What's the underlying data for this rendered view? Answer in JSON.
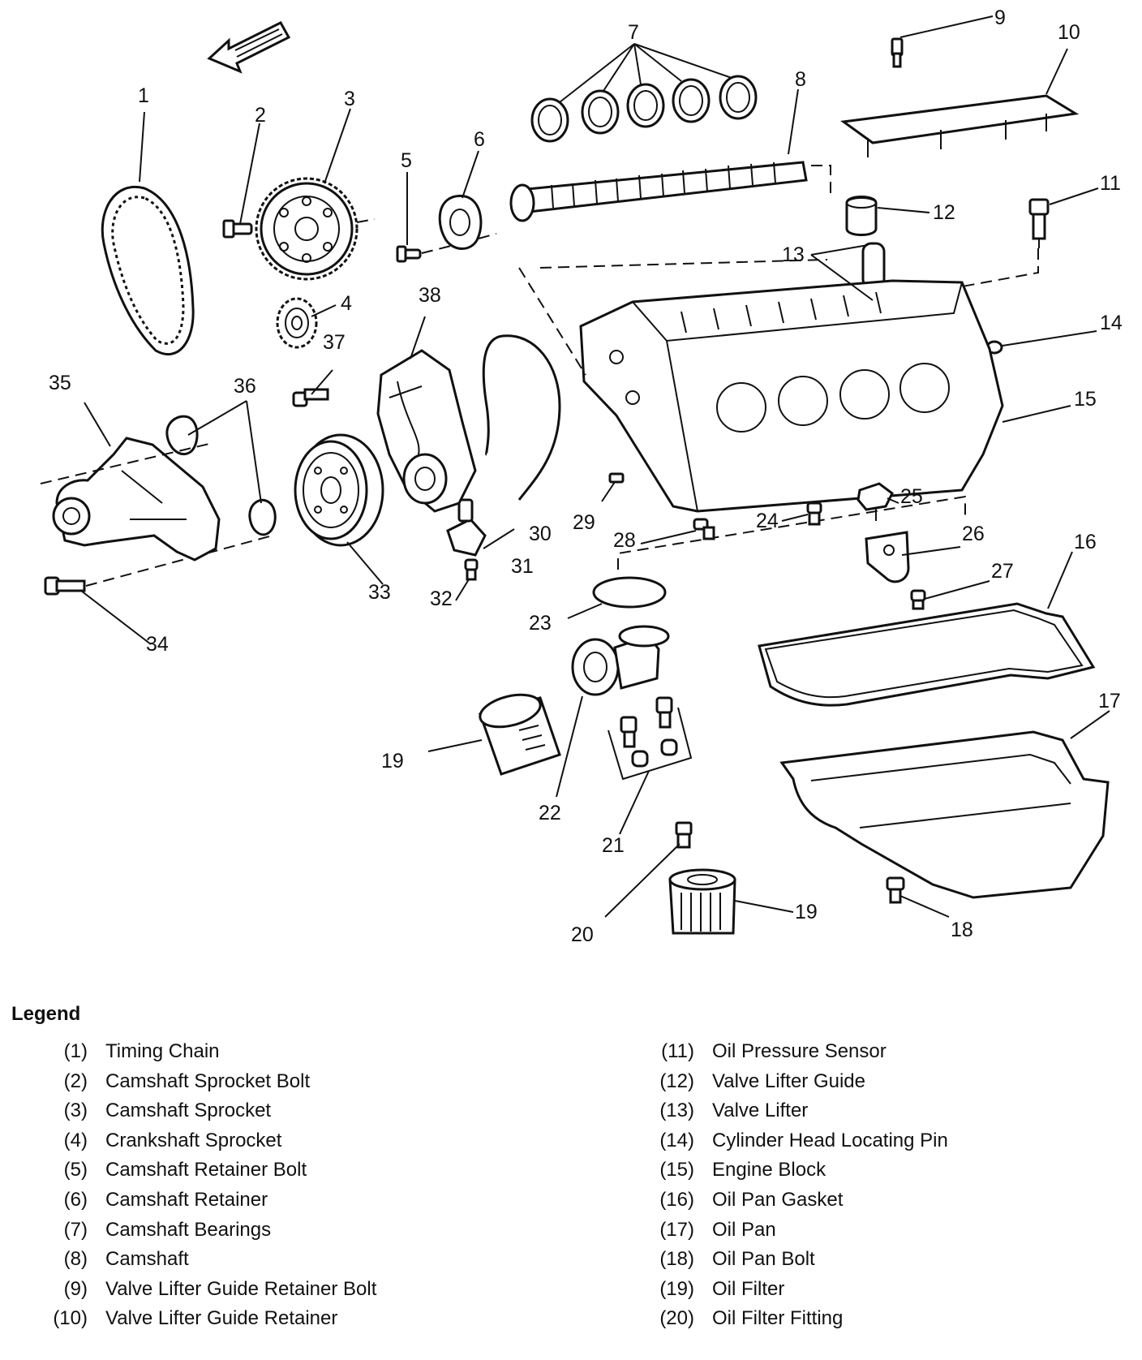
{
  "legend": {
    "title": "Legend",
    "items": [
      {
        "num": "(1)",
        "label": "Timing Chain"
      },
      {
        "num": "(2)",
        "label": "Camshaft Sprocket Bolt"
      },
      {
        "num": "(3)",
        "label": "Camshaft Sprocket"
      },
      {
        "num": "(4)",
        "label": "Crankshaft Sprocket"
      },
      {
        "num": "(5)",
        "label": "Camshaft Retainer Bolt"
      },
      {
        "num": "(6)",
        "label": "Camshaft Retainer"
      },
      {
        "num": "(7)",
        "label": "Camshaft Bearings"
      },
      {
        "num": "(8)",
        "label": "Camshaft"
      },
      {
        "num": "(9)",
        "label": "Valve Lifter Guide Retainer Bolt"
      },
      {
        "num": "(10)",
        "label": "Valve Lifter Guide Retainer"
      },
      {
        "num": "(11)",
        "label": "Oil Pressure Sensor"
      },
      {
        "num": "(12)",
        "label": "Valve Lifter Guide"
      },
      {
        "num": "(13)",
        "label": "Valve Lifter"
      },
      {
        "num": "(14)",
        "label": "Cylinder Head Locating Pin"
      },
      {
        "num": "(15)",
        "label": "Engine Block"
      },
      {
        "num": "(16)",
        "label": "Oil Pan Gasket"
      },
      {
        "num": "(17)",
        "label": "Oil Pan"
      },
      {
        "num": "(18)",
        "label": "Oil Pan Bolt"
      },
      {
        "num": "(19)",
        "label": "Oil Filter"
      },
      {
        "num": "(20)",
        "label": "Oil Filter Fitting"
      }
    ]
  },
  "callouts": {
    "c1": "1",
    "c2": "2",
    "c3": "3",
    "c4": "4",
    "c5": "5",
    "c6": "6",
    "c7": "7",
    "c8": "8",
    "c9": "9",
    "c10": "10",
    "c11": "11",
    "c12": "12",
    "c13": "13",
    "c14": "14",
    "c15": "15",
    "c16": "16",
    "c17": "17",
    "c18": "18",
    "c19a": "19",
    "c19b": "19",
    "c20": "20",
    "c21": "21",
    "c22": "22",
    "c23": "23",
    "c24": "24",
    "c25": "25",
    "c26": "26",
    "c27": "27",
    "c28": "28",
    "c29": "29",
    "c30": "30",
    "c31": "31",
    "c32": "32",
    "c33": "33",
    "c34": "34",
    "c35": "35",
    "c36": "36",
    "c37": "37",
    "c38": "38"
  }
}
